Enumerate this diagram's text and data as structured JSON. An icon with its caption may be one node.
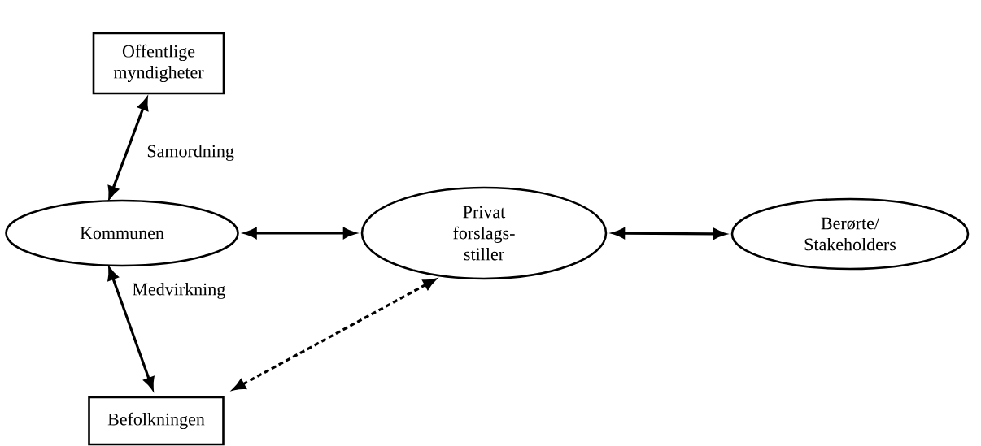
{
  "diagram": {
    "nodes": [
      {
        "text": [
          "Offentlige myndigheter"
        ]
      },
      {
        "text": [
          "Kommunen"
        ]
      },
      {
        "text": [
          "Privat forslags- stiller"
        ]
      },
      {
        "text": [
          "Berørte/ Stakeholders"
        ]
      },
      {
        "text": [
          "Befolkningen"
        ]
      }
    ],
    "edges": [
      {
        "from": 0,
        "to": 1,
        "arrow": "both",
        "label": "Samordning"
      },
      {
        "from": 1,
        "to": 2,
        "arrow": "both"
      },
      {
        "from": 2,
        "to": 3,
        "arrow": "both"
      },
      {
        "from": 1,
        "to": 4,
        "arrow": "both",
        "label": "Medvirkning"
      },
      {
        "from": 2,
        "to": 4,
        "arrow": "both",
        "style": "dashed"
      }
    ]
  }
}
